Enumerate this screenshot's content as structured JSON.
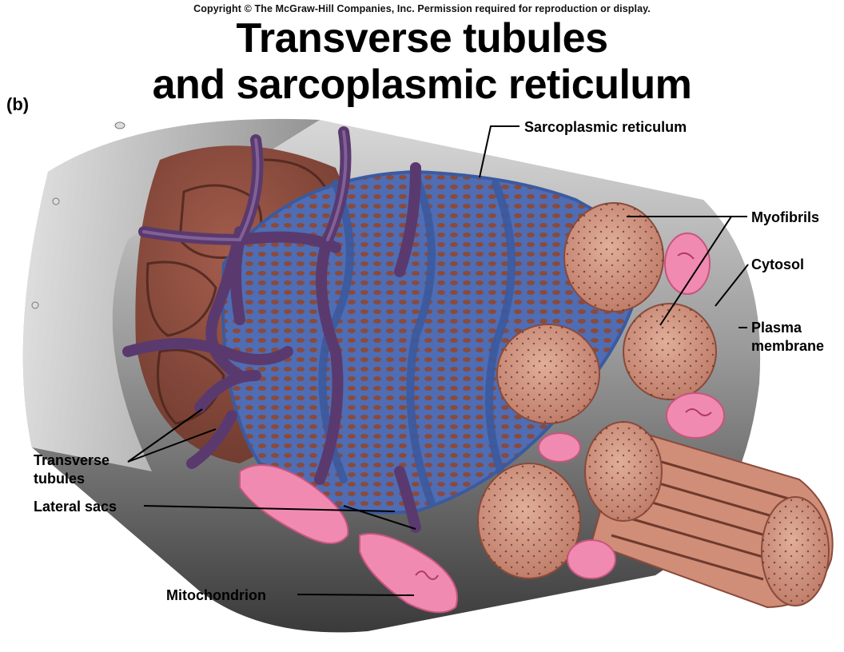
{
  "copyright": "Copyright © The McGraw-Hill Companies, Inc. Permission required for reproduction or display.",
  "title_line1": "Transverse tubules",
  "title_line2": "and sarcoplasmic reticulum",
  "panel_label": "(b)",
  "labels": {
    "sarcoplasmic_reticulum": "Sarcoplasmic reticulum",
    "myofibrils": "Myofibrils",
    "cytosol": "Cytosol",
    "plasma_membrane_1": "Plasma",
    "plasma_membrane_2": "membrane",
    "transverse_tubules_1": "Transverse",
    "transverse_tubules_2": "tubules",
    "lateral_sacs": "Lateral sacs",
    "mitochondrion": "Mitochondrion"
  },
  "colors": {
    "membrane_gray": "#9a9a9a",
    "myofibril_brown": "#8a4a3c",
    "myofibril_cut": "#d49a86",
    "reticulum_blue": "#5f7fc4",
    "tubule_purple": "#5a3a6e",
    "mitochondrion_pink": "#f08ab0"
  }
}
